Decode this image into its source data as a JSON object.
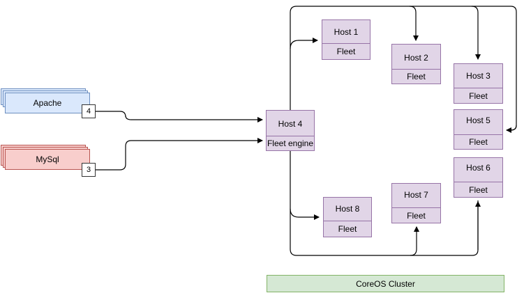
{
  "services": {
    "apache": {
      "label": "Apache",
      "count": "4"
    },
    "mysql": {
      "label": "MySql",
      "count": "3"
    }
  },
  "hosts": {
    "host1": {
      "name": "Host 1",
      "sub": "Fleet"
    },
    "host2": {
      "name": "Host 2",
      "sub": "Fleet"
    },
    "host3": {
      "name": "Host 3",
      "sub": "Fleet"
    },
    "host4": {
      "name": "Host 4",
      "sub": "Fleet engine"
    },
    "host5": {
      "name": "Host 5",
      "sub": "Fleet"
    },
    "host6": {
      "name": "Host 6",
      "sub": "Fleet"
    },
    "host7": {
      "name": "Host 7",
      "sub": "Fleet"
    },
    "host8": {
      "name": "Host 8",
      "sub": "Fleet"
    }
  },
  "cluster": {
    "label": "CoreOS Cluster"
  },
  "colors": {
    "service_fill": "#dae8fc",
    "service_stroke": "#6c8ebf",
    "db_fill": "#f8cecc",
    "db_stroke": "#b85450",
    "host_fill": "#e1d5e7",
    "host_stroke": "#9673a6",
    "cluster_fill": "#d5e8d4",
    "cluster_stroke": "#82b366"
  }
}
